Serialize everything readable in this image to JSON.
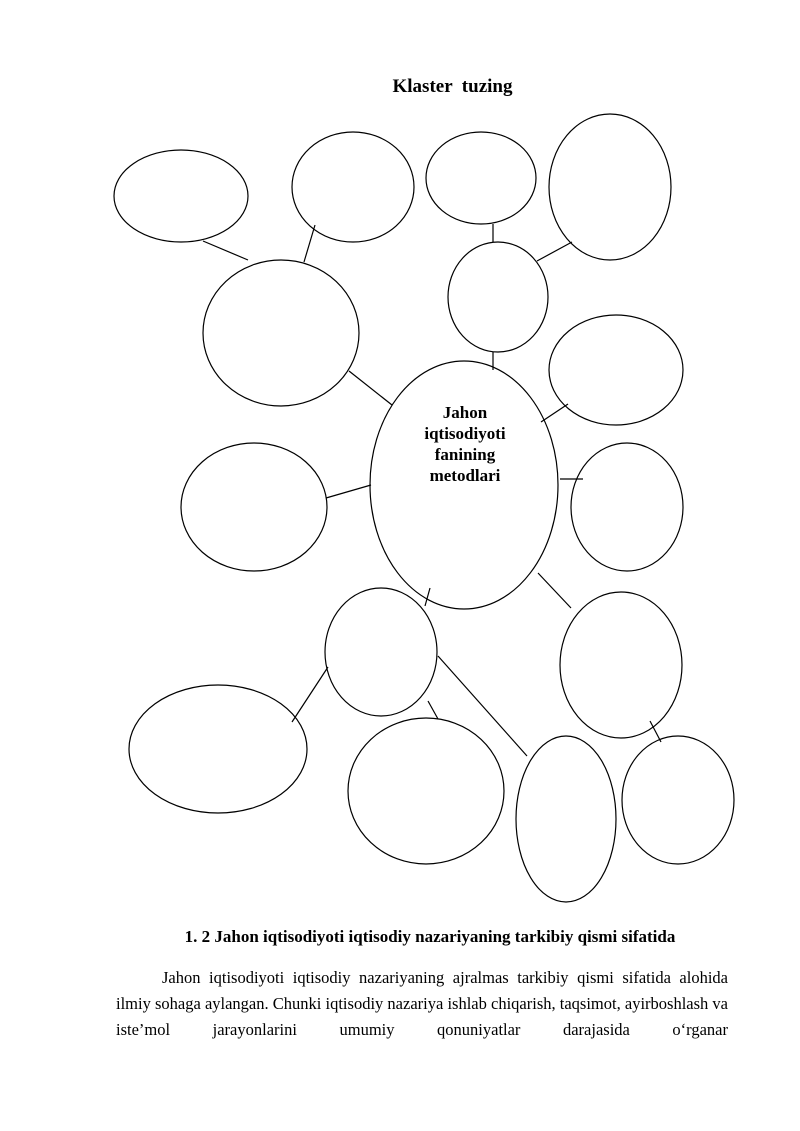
{
  "title": "Klaster  tuzing",
  "cluster": {
    "center_lines": [
      "Jahon",
      "iqtisodiyoti",
      "fanining",
      "metodlari"
    ]
  },
  "section_heading": "1. 2 Jahon iqtisodiyoti iqtisodiy nazariyaning tarkibiy qismi sifatida",
  "paragraph": "Jahon iqtisodiyoti iqtisodiy nazariyaning ajralmas tarkibiy qismi sifatida alohida ilmiy sohaga aylangan. Chunki iqtisodiy nazariya ishlab chiqarish, taqsimot, ayirboshlash va iste’mol jarayonlarini umumiy qonuniyatlar darajasida o‘rganar"
}
